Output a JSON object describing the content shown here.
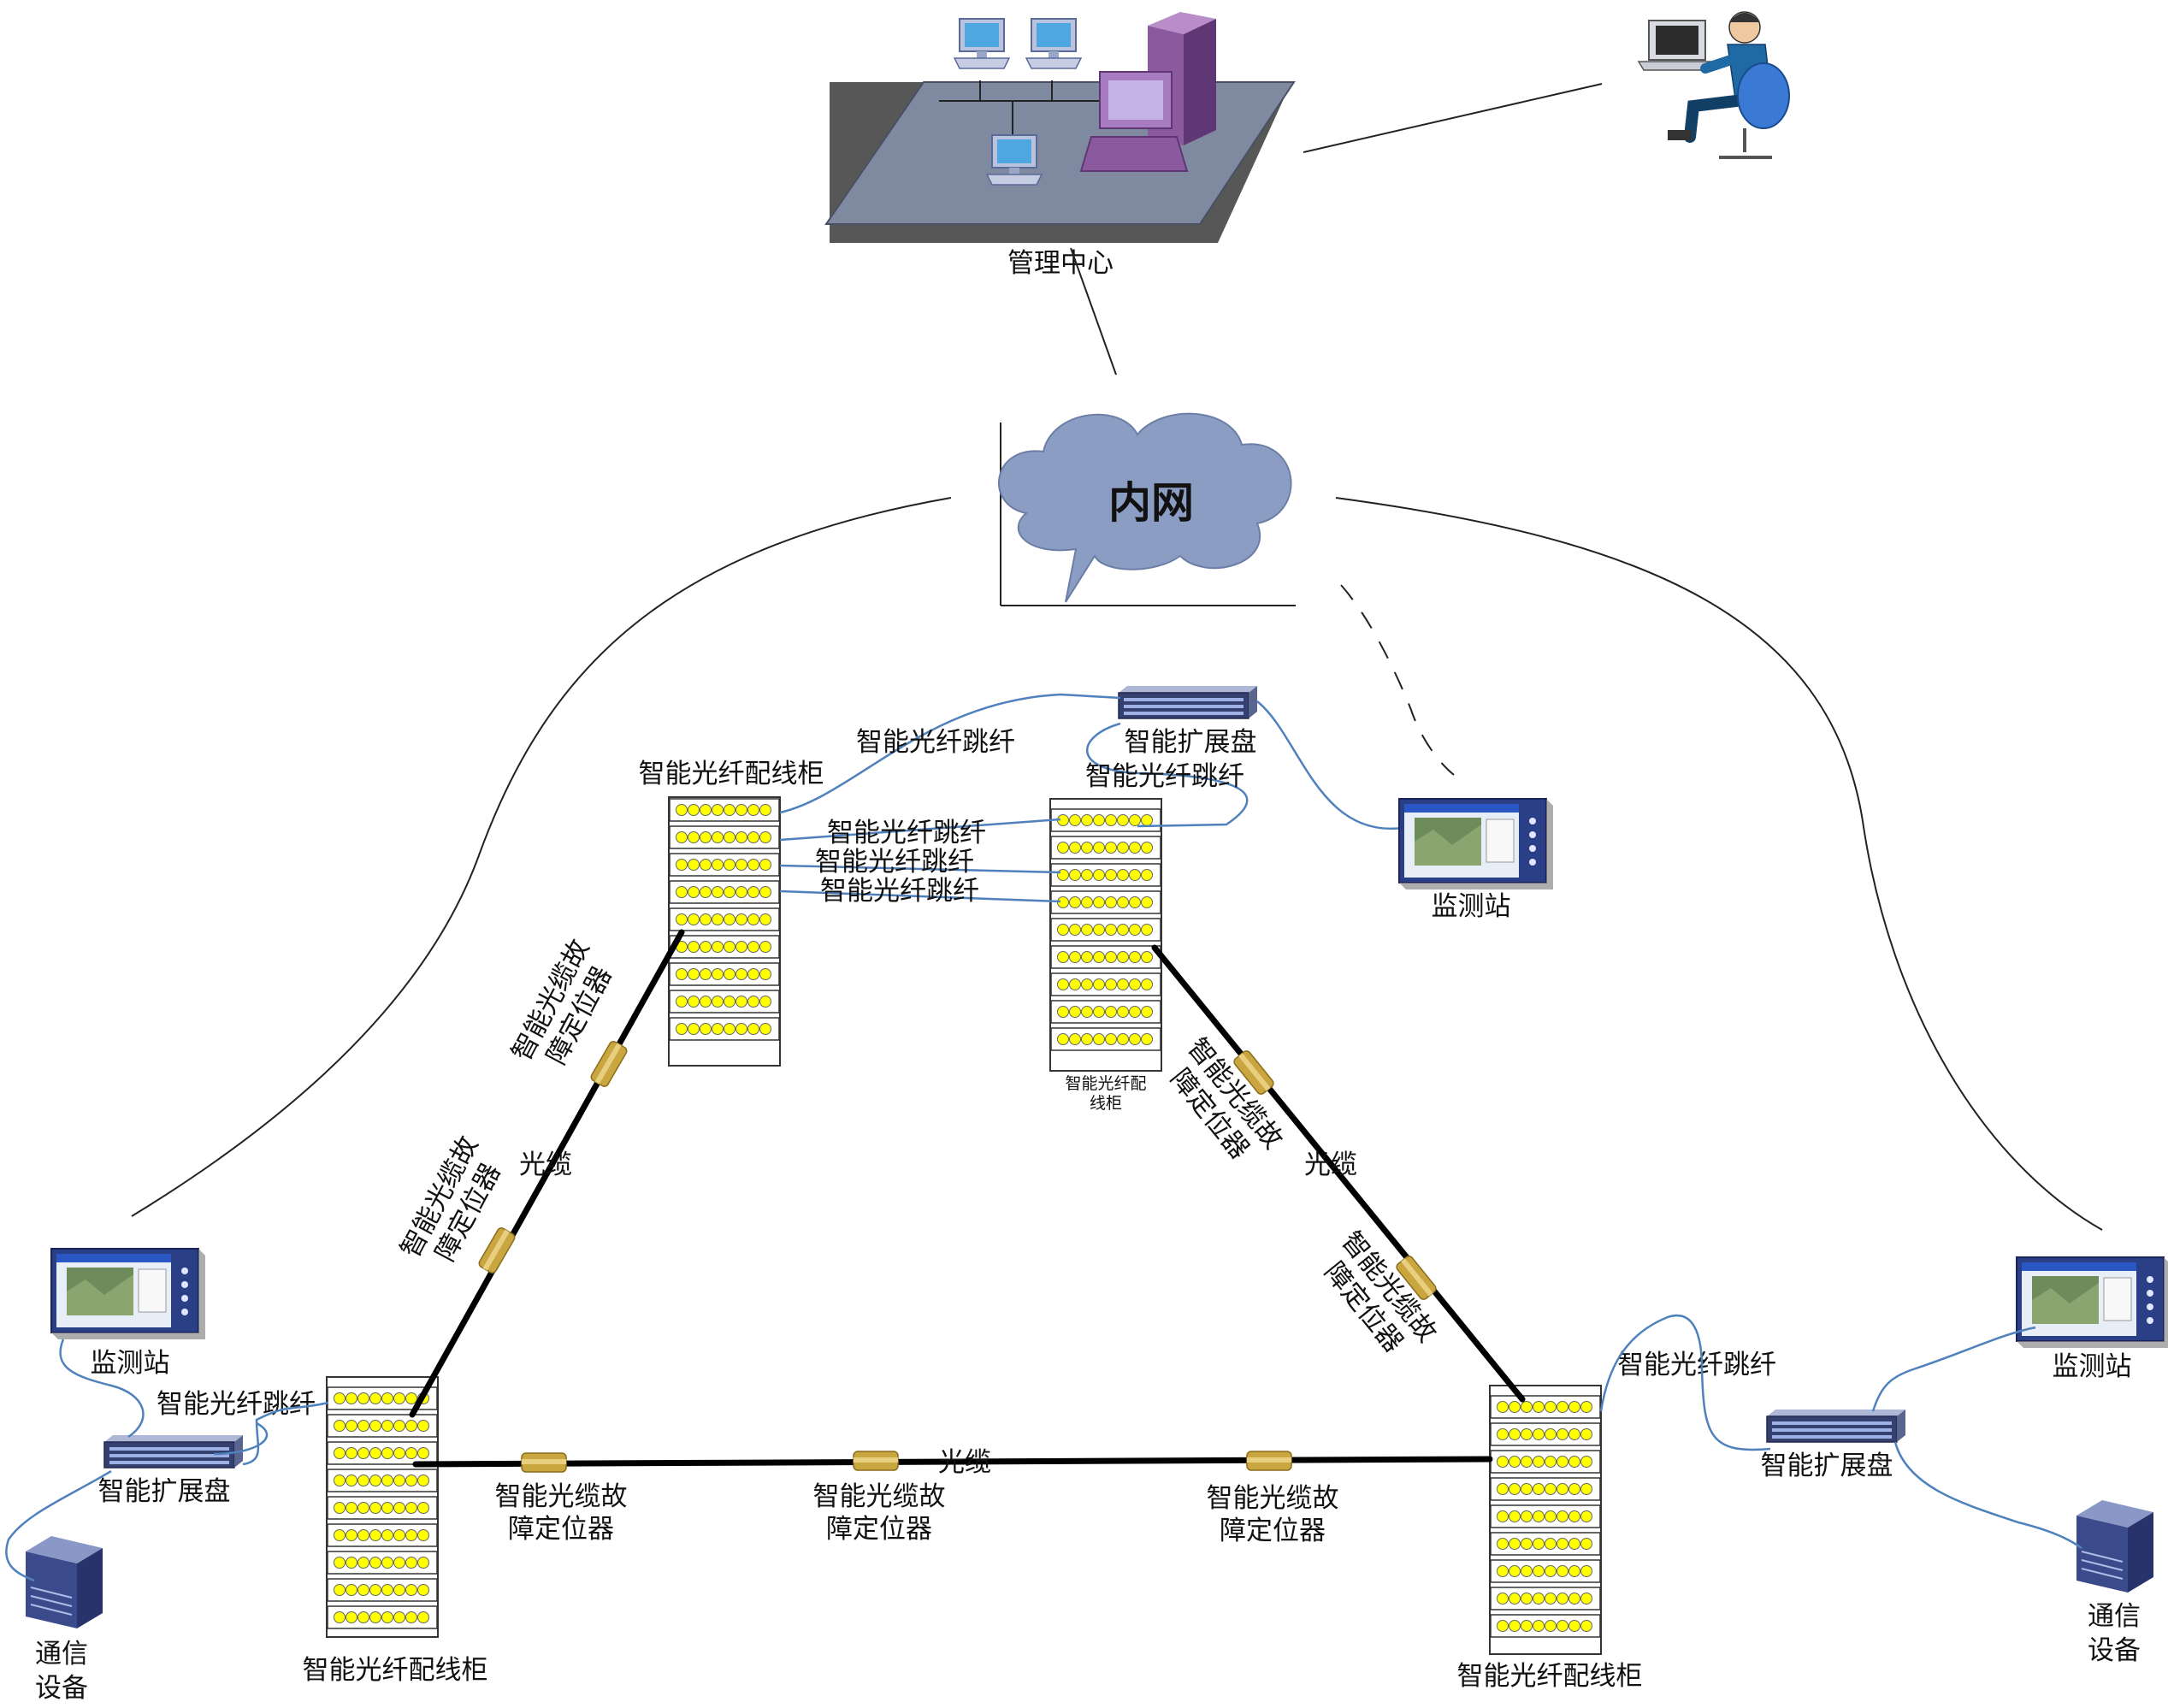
{
  "labels": {
    "management_center": "管理中心",
    "intranet": "内网",
    "cabinet_top_left": "智能光纤配线柜",
    "cabinet_top_right_line1": "智能光纤配",
    "cabinet_top_right_line2": "线柜",
    "cabinet_bottom_left": "智能光纤配线柜",
    "cabinet_bottom_right": "智能光纤配线柜",
    "expansion_top": "智能扩展盘",
    "expansion_left": "智能扩展盘",
    "expansion_right": "智能扩展盘",
    "station_top_right": "监测站",
    "station_left": "监测站",
    "station_right": "监测站",
    "comm_left_line1": "通信",
    "comm_left_line2": "设备",
    "comm_right_line1": "通信",
    "comm_right_line2": "设备",
    "jumper_1": "智能光纤跳纤",
    "jumper_2": "智能光纤跳纤",
    "jumper_3": "智能光纤跳纤",
    "jumper_4": "智能光纤跳纤",
    "jumper_5": "智能光纤跳纤",
    "jumper_left": "智能光纤跳纤",
    "jumper_right": "智能光纤跳纤",
    "cable_left": "光缆",
    "cable_right": "光缆",
    "cable_bottom": "光缆",
    "locator_line1": "智能光缆故",
    "locator_line2": "障定位器"
  },
  "colors": {
    "link_blue": "#4f81bd",
    "cloud": "#8c9dc4",
    "platform": "#7f8aa0",
    "led": "#ffff00",
    "locator": "#c9a640",
    "server_purple": "#8b5a9e",
    "person_shirt": "#1f6aa5"
  }
}
